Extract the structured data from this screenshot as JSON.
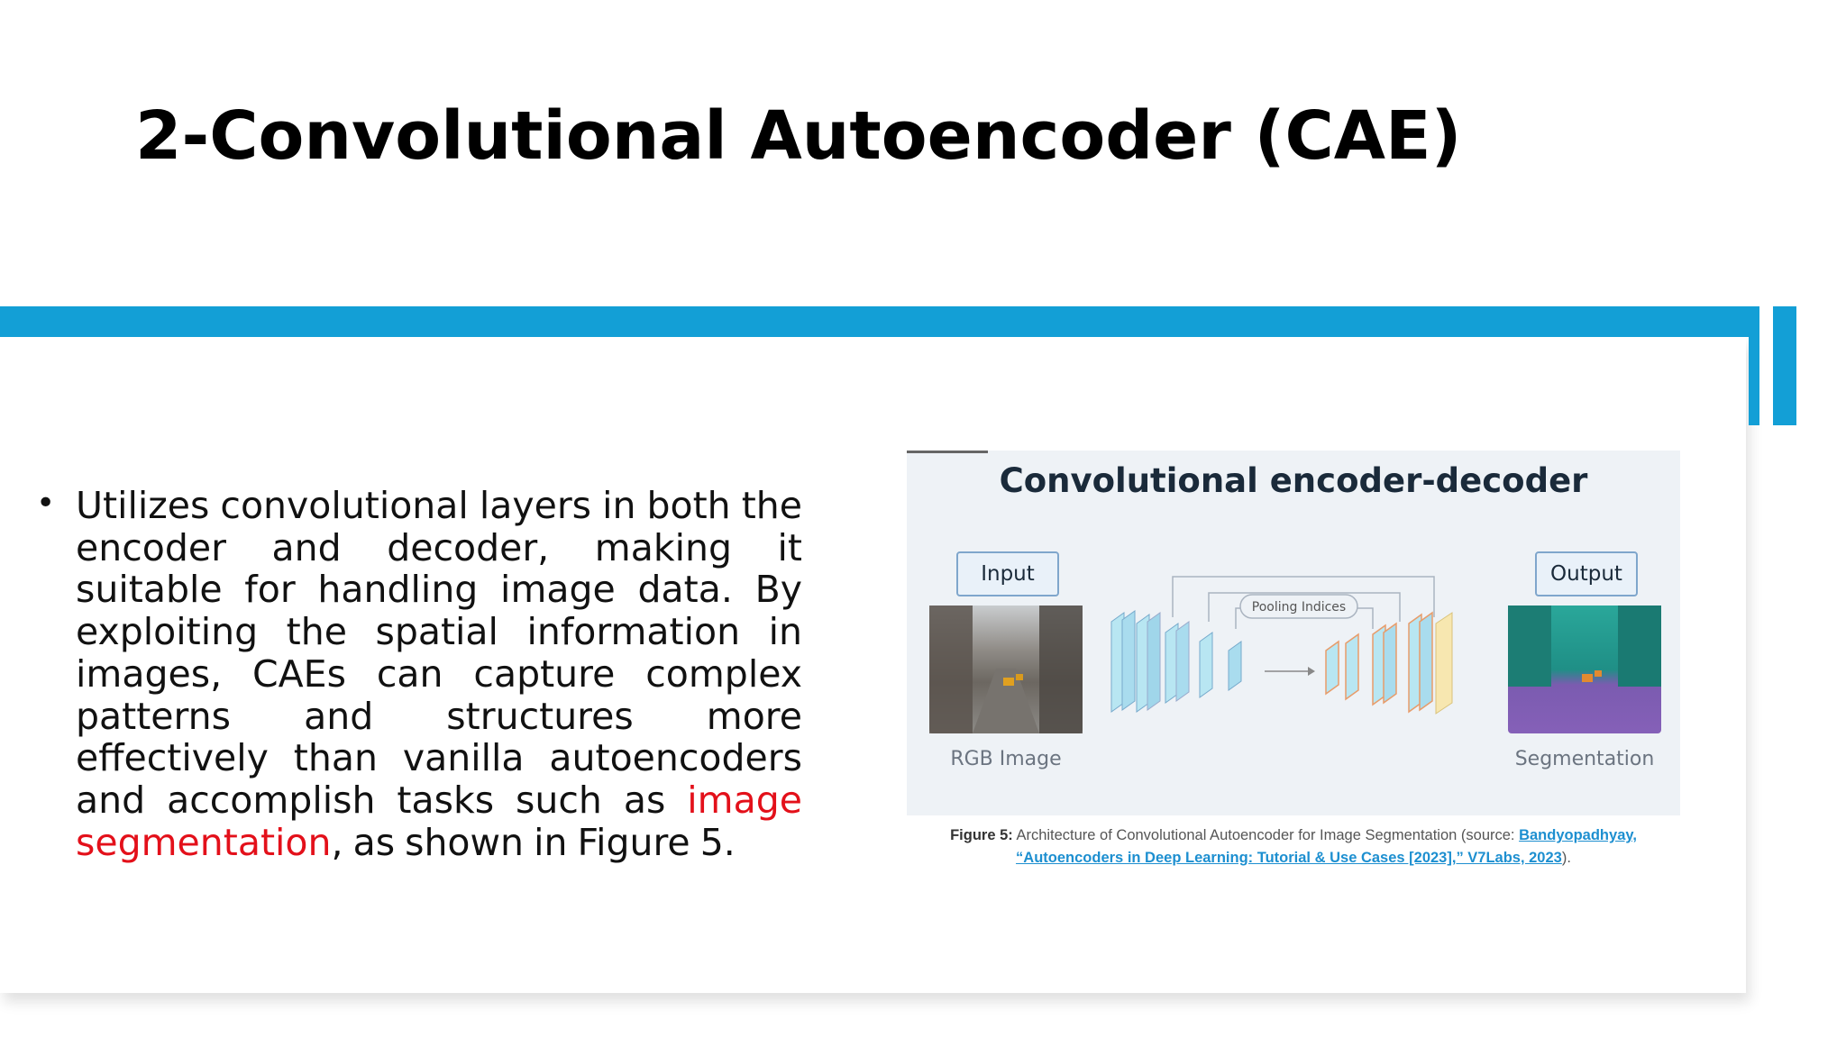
{
  "title": "2-Convolutional Autoencoder (CAE)",
  "bullet": {
    "marker": "•",
    "text_before": "Utilizes convolutional layers in both the encoder and decoder, making it suitable for handling image data. By exploiting the spatial information in images, CAEs can capture complex patterns and structures more effectively than vanilla autoencoders and accomplish tasks such as ",
    "highlight": "image segmentation",
    "text_after": ", as shown in Figure 5."
  },
  "figure": {
    "title": "Convolutional encoder-decoder",
    "input_label": "Input",
    "output_label": "Output",
    "input_caption": "RGB Image",
    "output_caption": "Segmentation",
    "pooling_label": "Pooling Indices",
    "caption_label": "Figure 5:",
    "caption_text": " Architecture of Convolutional Autoencoder for Image Segmentation (source: ",
    "caption_link": "Bandyopadhyay, “Autoencoders in Deep Learning: Tutorial & Use Cases [2023],” V7Labs, 2023",
    "caption_end": ")."
  },
  "colors": {
    "accent_bar": "#139fd6",
    "highlight": "#e3101a",
    "link": "#1d8fd0"
  }
}
